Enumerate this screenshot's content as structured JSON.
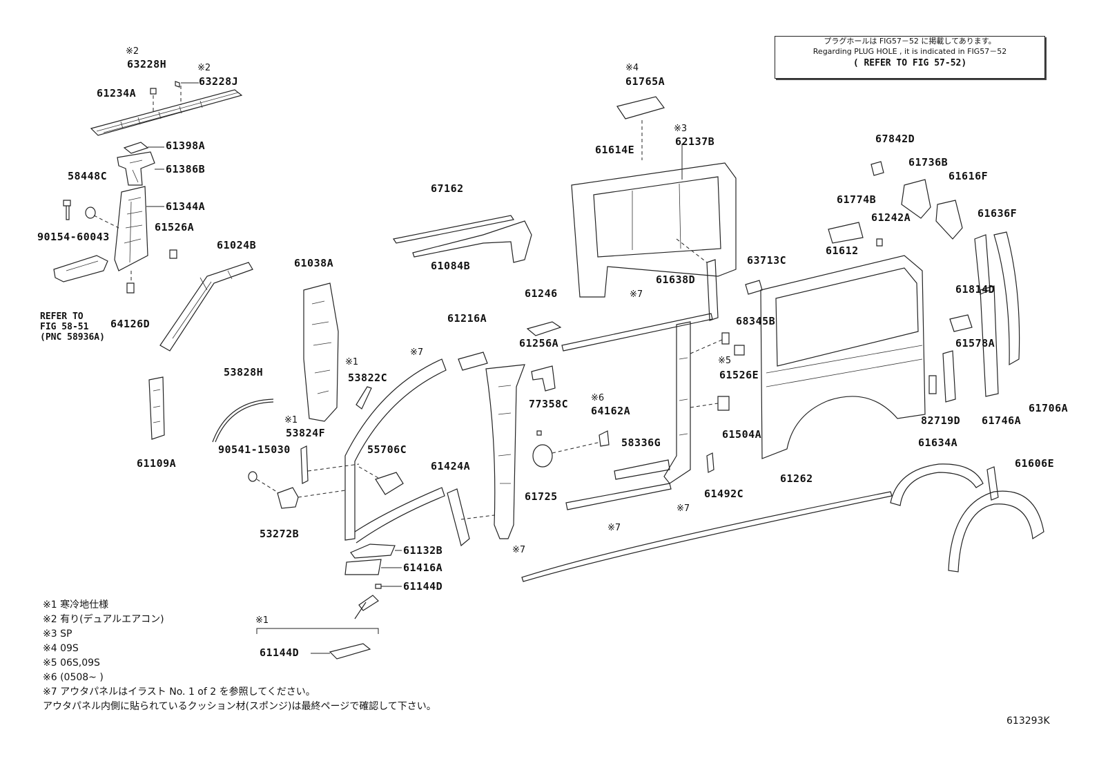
{
  "note": {
    "line1": "プラグホールは FIG57－52 に掲載してあります。",
    "line2": "Regarding PLUG HOLE , it is indicated in FIG57－52",
    "line3": "( REFER TO FIG 57-52)"
  },
  "parts": {
    "p63228H": "63228H",
    "p63228J": "63228J",
    "p61234A": "61234A",
    "p61398A": "61398A",
    "p61386B": "61386B",
    "p58448C": "58448C",
    "p61344A": "61344A",
    "p61526A": "61526A",
    "p90154": "90154-60043",
    "p64126D": "64126D",
    "p61024B": "61024B",
    "p61038A": "61038A",
    "p61109A": "61109A",
    "p53828H": "53828H",
    "p90541": "90541-15030",
    "p53822C": "53822C",
    "p53824F": "53824F",
    "p53272B": "53272B",
    "p55706C": "55706C",
    "p61132B": "61132B",
    "p61416A": "61416A",
    "p61144D": "61144D",
    "p61144D2": "61144D",
    "p67162": "67162",
    "p61084B": "61084B",
    "p61216A": "61216A",
    "p61246": "61246",
    "p61256A": "61256A",
    "p77358C": "77358C",
    "p64162A": "64162A",
    "p61424A": "61424A",
    "p61725": "61725",
    "p58336G": "58336G",
    "p61765A": "61765A",
    "p61614E": "61614E",
    "p62137B": "62137B",
    "p61638D": "61638D",
    "p63713C": "63713C",
    "p61612": "61612",
    "p68345B": "68345B",
    "p61526E": "61526E",
    "p61504A": "61504A",
    "p61492C": "61492C",
    "p61262": "61262",
    "p67842D": "67842D",
    "p61736B": "61736B",
    "p61616F": "61616F",
    "p61774B": "61774B",
    "p61242A": "61242A",
    "p61636F": "61636F",
    "p61814D": "61814D",
    "p61578A": "61578A",
    "p82719D": "82719D",
    "p61746A": "61746A",
    "p61706A": "61706A",
    "p61634A": "61634A",
    "p61606E": "61606E"
  },
  "marks": {
    "m2a": "※2",
    "m2b": "※2",
    "m4": "※4",
    "m3": "※3",
    "m1a": "※1",
    "m7a": "※7",
    "m1b": "※1",
    "m6": "※6",
    "m7b": "※7",
    "m5": "※5",
    "m7c": "※7",
    "m7d": "※7",
    "m7e": "※7",
    "m1c": "※1"
  },
  "refer": {
    "line1": "REFER TO",
    "line2": "FIG 58-51",
    "line3": "(PNC 58936A)"
  },
  "legend": [
    "※1 寒冷地仕様",
    "※2 有り(デュアルエアコン)",
    "※3 SP",
    "※4 09S",
    "※5 06S,09S",
    "※6 (0508~        )",
    "※7 アウタパネルはイラスト No. 1 of 2 を参照してください。",
    "アウタパネル内側に貼られているクッション材(スポンジ)は最終ページで確認して下さい。"
  ],
  "figure_code": "613293K"
}
